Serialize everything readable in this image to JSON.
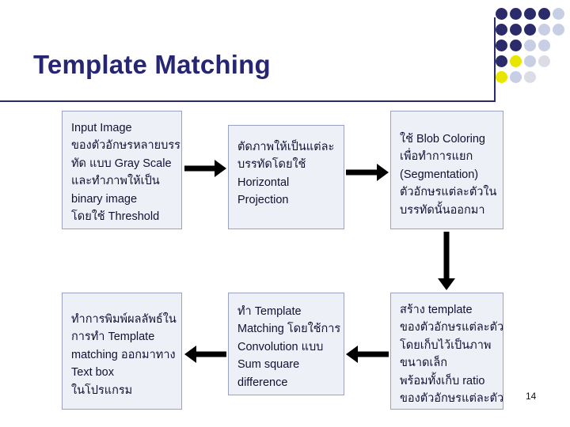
{
  "slide": {
    "title": "Template Matching",
    "page_number": "14"
  },
  "decor": {
    "name": "dot-grid",
    "colors": {
      "navy": "#2b2b6b",
      "pale_blue": "#c8cfe4",
      "yellow": "#e6e600",
      "light_gray": "#dcdce6",
      "accent_title": "#262673"
    },
    "dots": [
      {
        "row": 0,
        "col": 0,
        "color": "#2b2b6b"
      },
      {
        "row": 0,
        "col": 1,
        "color": "#2b2b6b"
      },
      {
        "row": 0,
        "col": 2,
        "color": "#2b2b6b"
      },
      {
        "row": 0,
        "col": 3,
        "color": "#2b2b6b"
      },
      {
        "row": 0,
        "col": 4,
        "color": "#c8cfe4"
      },
      {
        "row": 1,
        "col": 0,
        "color": "#2b2b6b"
      },
      {
        "row": 1,
        "col": 1,
        "color": "#2b2b6b"
      },
      {
        "row": 1,
        "col": 2,
        "color": "#2b2b6b"
      },
      {
        "row": 1,
        "col": 3,
        "color": "#c8cfe4"
      },
      {
        "row": 1,
        "col": 4,
        "color": "#c8cfe4"
      },
      {
        "row": 2,
        "col": 0,
        "color": "#2b2b6b"
      },
      {
        "row": 2,
        "col": 1,
        "color": "#2b2b6b"
      },
      {
        "row": 2,
        "col": 2,
        "color": "#c8cfe4"
      },
      {
        "row": 2,
        "col": 3,
        "color": "#c8cfe4"
      },
      {
        "row": 3,
        "col": 0,
        "color": "#2b2b6b"
      },
      {
        "row": 3,
        "col": 1,
        "color": "#e6e600"
      },
      {
        "row": 3,
        "col": 2,
        "color": "#c8cfe4"
      },
      {
        "row": 3,
        "col": 3,
        "color": "#dcdce6"
      },
      {
        "row": 4,
        "col": 0,
        "color": "#e6e600"
      },
      {
        "row": 4,
        "col": 1,
        "color": "#c8cfe4"
      },
      {
        "row": 4,
        "col": 2,
        "color": "#dcdce6"
      }
    ]
  },
  "flow": {
    "boxes": [
      {
        "id": "box-input-image",
        "lines": [
          "Input Image",
          "ของตัวอักษรหลายบรร",
          "ทัด แบบ Gray Scale",
          "และทำภาพให้เป็น",
          "binary image",
          "โดยใช้ Threshold"
        ]
      },
      {
        "id": "box-horizontal-projection",
        "lines": [
          "ตัดภาพให้เป็นแต่ละ",
          "บรรทัดโดยใช้",
          "Horizontal",
          "Projection"
        ]
      },
      {
        "id": "box-blob-coloring",
        "lines": [
          "ใช้ Blob Coloring",
          "เพื่อทำการแยก",
          "(Segmentation)",
          "ตัวอักษรแต่ละตัวใน",
          "บรรทัดนั้นออกมา"
        ]
      },
      {
        "id": "box-create-template",
        "lines": [
          "สร้าง template",
          "ของตัวอักษรแต่ละตัว",
          "โดยเก็บไว้เป็นภาพ",
          "ขนาดเล็ก",
          "พร้อมทั้งเก็บ ratio",
          "ของตัวอักษรแต่ละตัว"
        ]
      },
      {
        "id": "box-template-matching",
        "lines": [
          "ทำ Template",
          "Matching โดยใช้การ",
          "Convolution แบบ",
          "Sum square",
          "difference"
        ]
      },
      {
        "id": "box-print-result",
        "lines": [
          "ทำการพิมพ์ผลลัพธ์ใน",
          "การทำ Template",
          "matching ออกมาทาง",
          "Text box",
          "ในโปรแกรม"
        ]
      }
    ],
    "arrows": [
      {
        "id": "arrow-input-to-horizontal",
        "direction": "right"
      },
      {
        "id": "arrow-horizontal-to-blob",
        "direction": "right"
      },
      {
        "id": "arrow-blob-to-template",
        "direction": "down"
      },
      {
        "id": "arrow-template-to-matching",
        "direction": "left"
      },
      {
        "id": "arrow-matching-to-print",
        "direction": "left"
      }
    ]
  }
}
